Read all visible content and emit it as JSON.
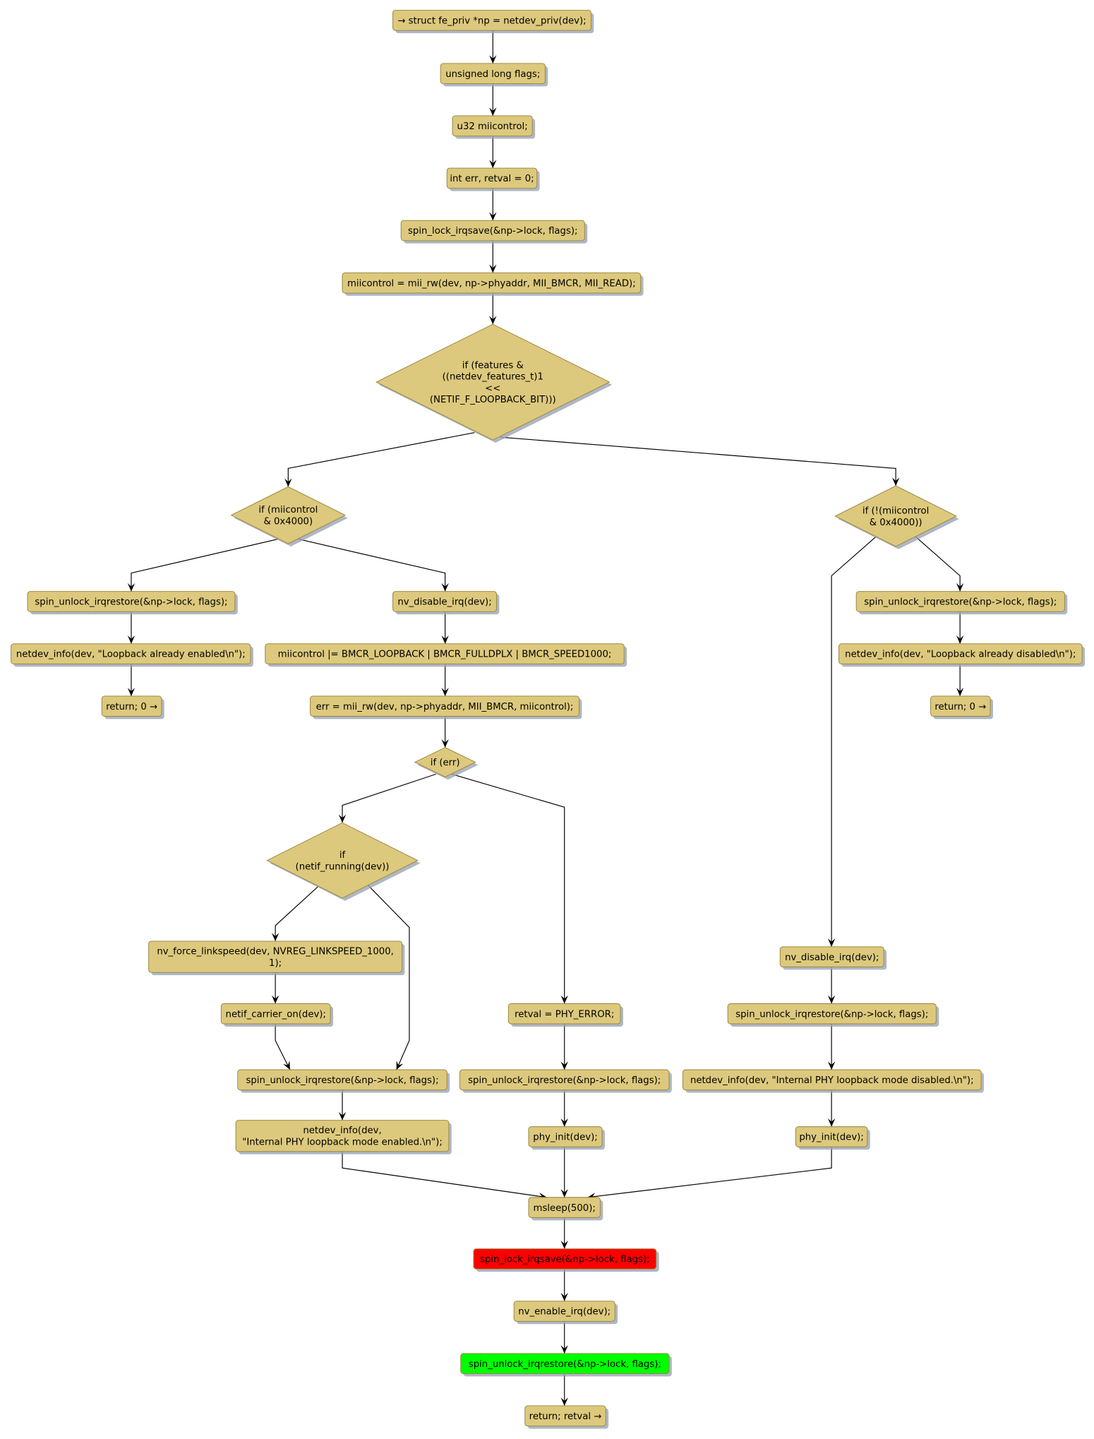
{
  "diagram": {
    "colors": {
      "node_fill": "#DDC97D",
      "node_border": "#9E8A46",
      "highlight_lock": "#FF0000",
      "highlight_unlock": "#00FF00"
    },
    "nodes": [
      {
        "id": "n1",
        "kind": "action",
        "lines": [
          "→ struct fe_priv *np = netdev_priv(dev);"
        ]
      },
      {
        "id": "n2",
        "kind": "action",
        "lines": [
          "unsigned long flags;"
        ]
      },
      {
        "id": "n3",
        "kind": "action",
        "lines": [
          "u32 miicontrol;"
        ]
      },
      {
        "id": "n4",
        "kind": "action",
        "lines": [
          "int err, retval = 0;"
        ]
      },
      {
        "id": "n5",
        "kind": "action",
        "lines": [
          "spin_lock_irqsave(&np->lock, flags);"
        ]
      },
      {
        "id": "n6",
        "kind": "action",
        "lines": [
          "miicontrol = mii_rw(dev, np->phyaddr, MII_BMCR, MII_READ);"
        ]
      },
      {
        "id": "d1",
        "kind": "decision",
        "lines": [
          "if (features &",
          "((netdev_features_t)1",
          "<<",
          "(NETIF_F_LOOPBACK_BIT)))"
        ]
      },
      {
        "id": "d2",
        "kind": "decision",
        "lines": [
          "if (miicontrol",
          "& 0x4000)"
        ]
      },
      {
        "id": "d3",
        "kind": "decision",
        "lines": [
          "if (!(miicontrol",
          "& 0x4000))"
        ]
      },
      {
        "id": "l1",
        "kind": "action",
        "lines": [
          "spin_unlock_irqrestore(&np->lock, flags);"
        ]
      },
      {
        "id": "l2",
        "kind": "action",
        "lines": [
          "netdev_info(dev, \"Loopback already enabled\\n\");"
        ]
      },
      {
        "id": "l3",
        "kind": "action",
        "lines": [
          "return; 0 →"
        ]
      },
      {
        "id": "m1",
        "kind": "action",
        "lines": [
          "nv_disable_irq(dev);"
        ]
      },
      {
        "id": "m2",
        "kind": "action",
        "lines": [
          "miicontrol |= BMCR_LOOPBACK | BMCR_FULLDPLX | BMCR_SPEED1000;"
        ]
      },
      {
        "id": "m3",
        "kind": "action",
        "lines": [
          "err = mii_rw(dev, np->phyaddr, MII_BMCR, miicontrol);"
        ]
      },
      {
        "id": "d4",
        "kind": "decision",
        "lines": [
          "if (err)"
        ]
      },
      {
        "id": "d5",
        "kind": "decision",
        "lines": [
          "if",
          "(netif_running(dev))"
        ]
      },
      {
        "id": "e1",
        "kind": "action",
        "lines": [
          "nv_force_linkspeed(dev, NVREG_LINKSPEED_1000,",
          "1);"
        ]
      },
      {
        "id": "e2",
        "kind": "action",
        "lines": [
          "netif_carrier_on(dev);"
        ]
      },
      {
        "id": "e3",
        "kind": "action",
        "lines": [
          "spin_unlock_irqrestore(&np->lock, flags);"
        ]
      },
      {
        "id": "e4",
        "kind": "action",
        "lines": [
          "netdev_info(dev,",
          "\"Internal PHY loopback mode enabled.\\n\");"
        ]
      },
      {
        "id": "f1",
        "kind": "action",
        "lines": [
          "retval = PHY_ERROR;"
        ]
      },
      {
        "id": "f2",
        "kind": "action",
        "lines": [
          "spin_unlock_irqrestore(&np->lock, flags);"
        ]
      },
      {
        "id": "f3",
        "kind": "action",
        "lines": [
          "phy_init(dev);"
        ]
      },
      {
        "id": "r1",
        "kind": "action",
        "lines": [
          "spin_unlock_irqrestore(&np->lock, flags);"
        ]
      },
      {
        "id": "r2",
        "kind": "action",
        "lines": [
          "netdev_info(dev, \"Loopback already disabled\\n\");"
        ]
      },
      {
        "id": "r3",
        "kind": "action",
        "lines": [
          "return; 0 →"
        ]
      },
      {
        "id": "g1",
        "kind": "action",
        "lines": [
          "nv_disable_irq(dev);"
        ]
      },
      {
        "id": "g2",
        "kind": "action",
        "lines": [
          "spin_unlock_irqrestore(&np->lock, flags);"
        ]
      },
      {
        "id": "g3",
        "kind": "action",
        "lines": [
          "netdev_info(dev, \"Internal PHY loopback mode disabled.\\n\");"
        ]
      },
      {
        "id": "g4",
        "kind": "action",
        "lines": [
          "phy_init(dev);"
        ]
      },
      {
        "id": "t1",
        "kind": "action",
        "lines": [
          "msleep(500);"
        ]
      },
      {
        "id": "t2",
        "kind": "action",
        "highlight": "lock",
        "lines": [
          "spin_lock_irqsave(&np->lock, flags);"
        ]
      },
      {
        "id": "t3",
        "kind": "action",
        "lines": [
          "nv_enable_irq(dev);"
        ]
      },
      {
        "id": "t4",
        "kind": "action",
        "highlight": "unlock",
        "lines": [
          "spin_unlock_irqrestore(&np->lock, flags);"
        ]
      },
      {
        "id": "t5",
        "kind": "action",
        "lines": [
          "return; retval →"
        ]
      }
    ]
  }
}
